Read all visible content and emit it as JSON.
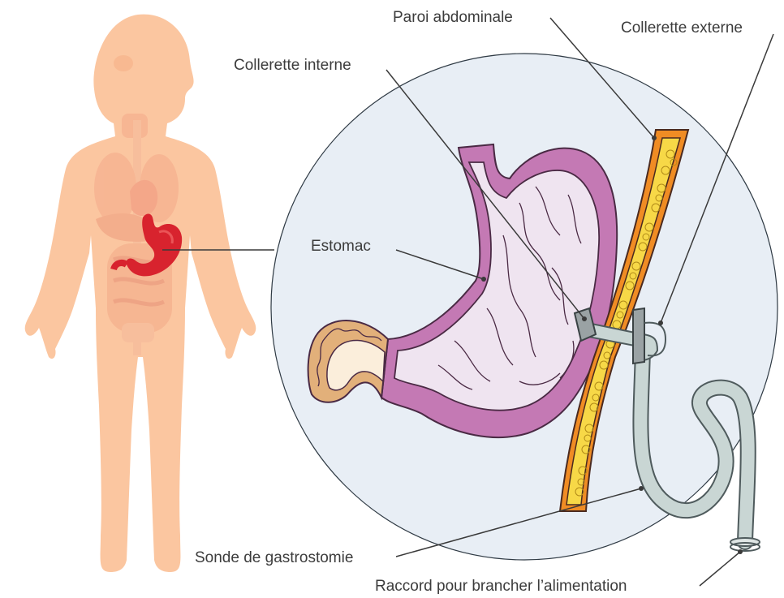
{
  "diagram": {
    "labels": {
      "paroi": "Paroi abdominale",
      "collerette_externe": "Collerette externe",
      "collerette_interne": "Collerette interne",
      "estomac": "Estomac",
      "sonde": "Sonde de gastrostomie",
      "raccord": "Raccord pour brancher l’alimentation"
    },
    "colors": {
      "body": "#fbc6a0",
      "organs_faded": "#f4a98a",
      "stomach_highlight": "#d8232e",
      "magnifier_fill": "#e8eef5",
      "stomach_wall": "#c479b4",
      "stomach_lining": "#efe4f0",
      "intestine_fill": "#e2b07a",
      "abdominal_wall_orange": "#f08c24",
      "fat_yellow": "#f7d847",
      "tube_fill": "#c9d6d4",
      "collar_gray": "#9aa2a4",
      "leader_line": "#3a3a3a"
    }
  }
}
